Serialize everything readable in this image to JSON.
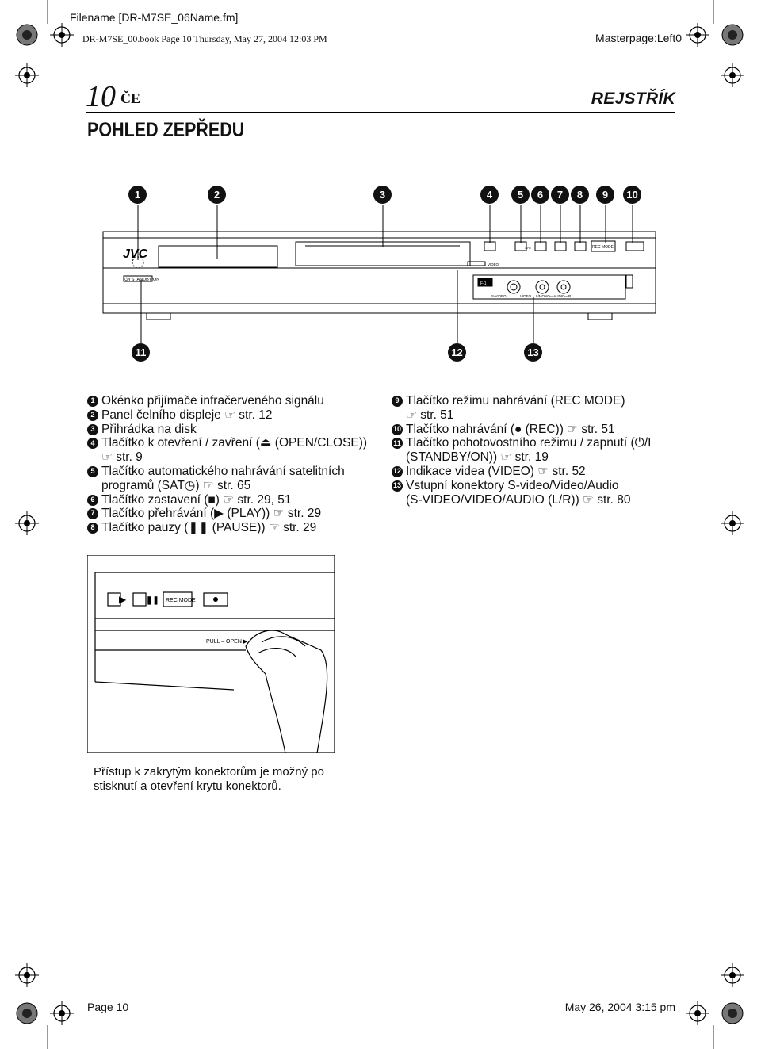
{
  "header": {
    "filename": "Filename [DR-M7SE_06Name.fm]",
    "book": "DR-M7SE_00.book  Page 10  Thursday, May 27, 2004  12:03 PM",
    "masterpage": "Masterpage:Left0"
  },
  "page": {
    "number": "10",
    "lang": "ČE",
    "section": "REJSTŘÍK",
    "title": "POHLED ZEPŘEDU"
  },
  "device": {
    "brand": "JVC",
    "standby_label": "⏻/I STANDBY/ON",
    "rec_mode_label": "REC MODE",
    "video_label": "VIDEO",
    "f1_label": "F-1",
    "svideo_label": "S-VIDEO",
    "video_jack_label": "VIDEO",
    "audio_label": "L/MONO—AUDIO—R",
    "sat_label": "SAT"
  },
  "callouts": [
    "1",
    "2",
    "3",
    "4",
    "5",
    "6",
    "7",
    "8",
    "9",
    "10",
    "11",
    "12",
    "13"
  ],
  "list_left": [
    {
      "n": "1",
      "text": "Okénko přijímače infračerveného signálu"
    },
    {
      "n": "2",
      "text": "Panel čelního displeje ☞ str. 12"
    },
    {
      "n": "3",
      "text": "Přihrádka na disk"
    },
    {
      "n": "4",
      "text": "Tlačítko k otevření / zavření (⏏ (OPEN/CLOSE))\n☞ str. 9"
    },
    {
      "n": "5",
      "text": "Tlačítko automatického nahrávání satelitních\nprogramů (SAT◷) ☞ str. 65"
    },
    {
      "n": "6",
      "text": "Tlačítko zastavení (■) ☞ str. 29, 51"
    },
    {
      "n": "7",
      "text": "Tlačítko přehrávání (▶ (PLAY)) ☞ str. 29"
    },
    {
      "n": "8",
      "text": "Tlačítko pauzy (❚❚ (PAUSE)) ☞ str. 29"
    }
  ],
  "list_right": [
    {
      "n": "9",
      "text": "Tlačítko režimu nahrávání (REC MODE)\n☞ str. 51"
    },
    {
      "n": "10",
      "text": "Tlačítko nahrávání (● (REC)) ☞ str. 51"
    },
    {
      "n": "11",
      "text": "Tlačítko pohotovostního režimu / zapnutí (⏻/I\n(STANDBY/ON)) ☞ str. 19"
    },
    {
      "n": "12",
      "text": "Indikace videa (VIDEO) ☞ str. 52"
    },
    {
      "n": "13",
      "text": "Vstupní konektory S-video/Video/Audio\n(S-VIDEO/VIDEO/AUDIO (L/R)) ☞ str. 80"
    }
  ],
  "inset": {
    "rec_mode_label": "REC MODE",
    "pull_open_label": "PULL – OPEN ▶",
    "caption": "Přístup k zakrytým konektorům je možný po\nstisknutí a otevření krytu konektorů."
  },
  "footer": {
    "page": "Page 10",
    "date": "May 26, 2004 3:15 pm"
  }
}
